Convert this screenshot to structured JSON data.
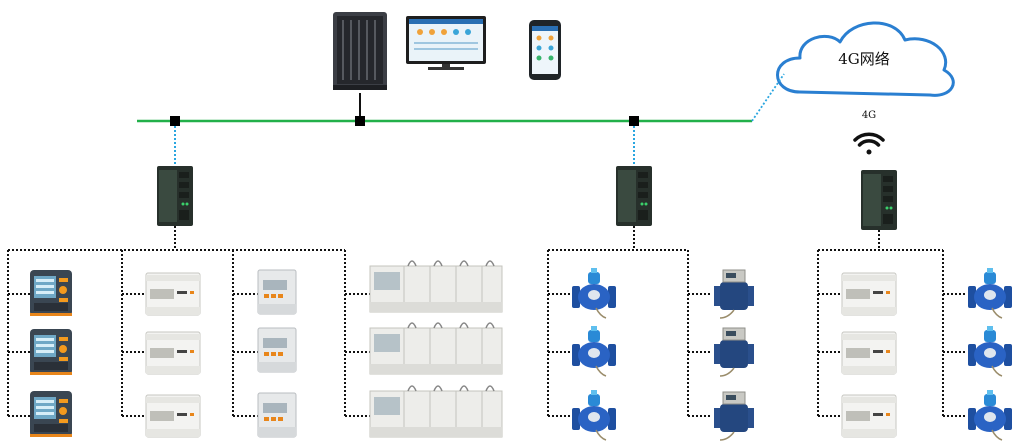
{
  "cloud": {
    "label": "4G网络"
  },
  "wireless": {
    "label": "4G",
    "icon": "wifi-signal-icon"
  },
  "top_devices": [
    {
      "name": "server-tower",
      "icon": "server-icon"
    },
    {
      "name": "desktop-monitor",
      "icon": "monitor-icon"
    },
    {
      "name": "smartphone",
      "icon": "phone-icon"
    }
  ],
  "gateways": [
    {
      "name": "gateway-left",
      "link": "ethernet"
    },
    {
      "name": "gateway-middle",
      "link": "ethernet"
    },
    {
      "name": "gateway-right",
      "link": "4G"
    }
  ],
  "colors": {
    "backbone": "#22b04a",
    "uplink": "#2aa6e0",
    "bus": "#111111",
    "cloud_stroke": "#2a7fd1"
  }
}
